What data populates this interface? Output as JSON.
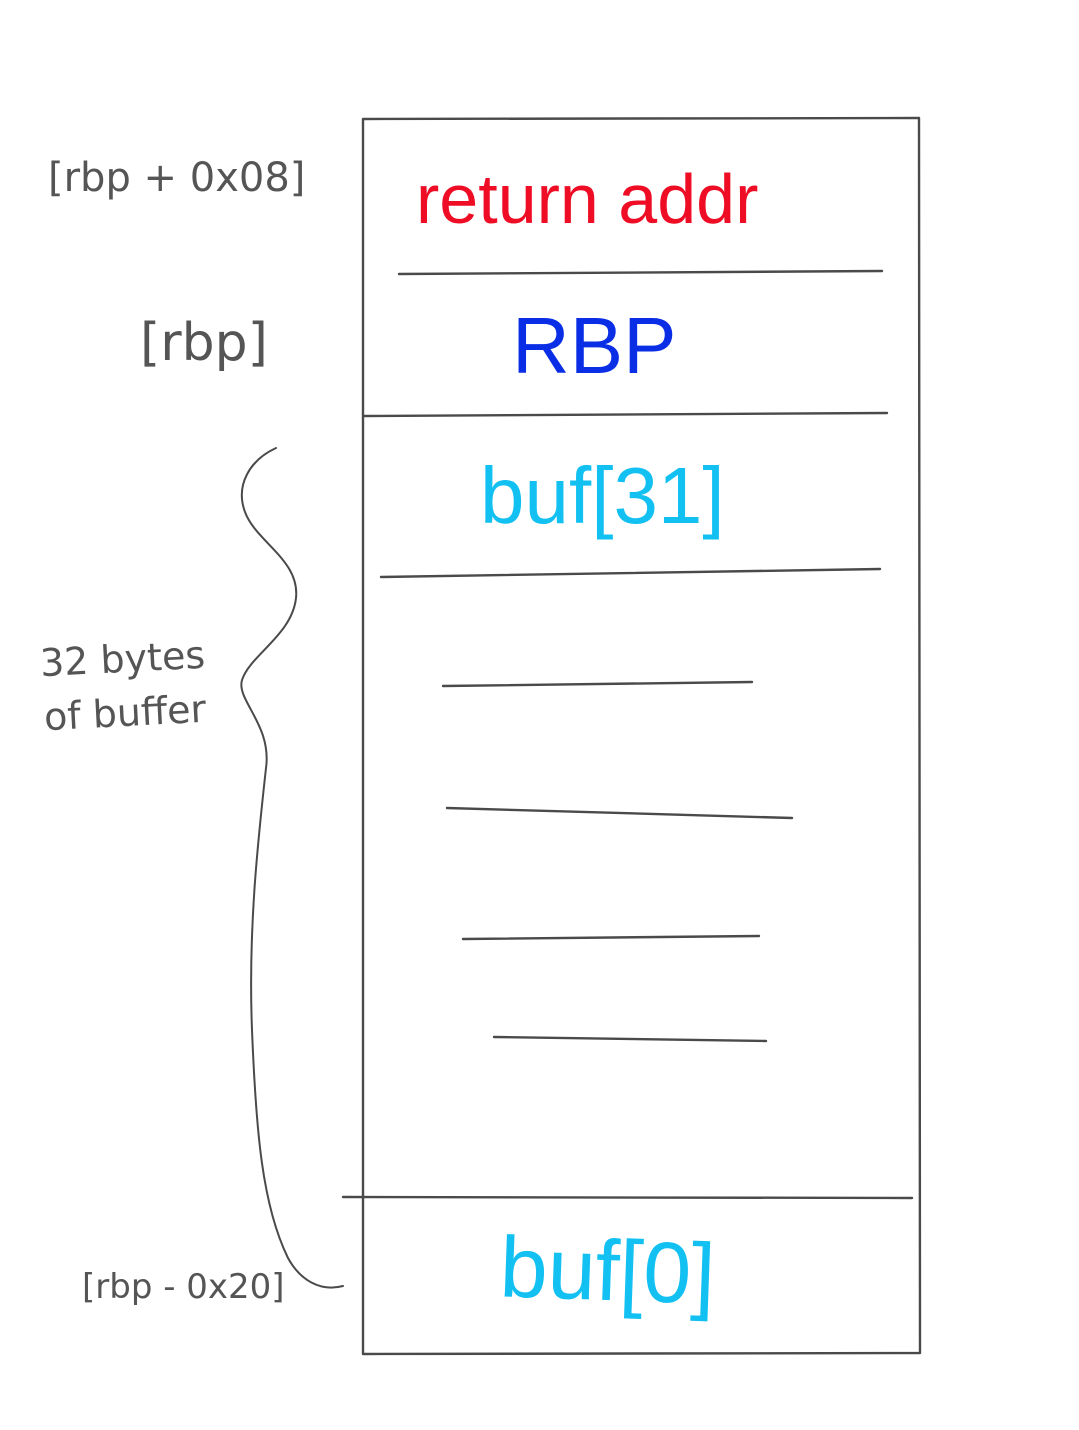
{
  "labels": {
    "ret_offset": "[rbp + 0x08]",
    "rbp_offset": "[rbp]",
    "buf_offset": "[rbp - 0x20]",
    "brace_note_line1": "32 bytes",
    "brace_note_line2": "of buffer"
  },
  "cells": {
    "return_addr": "return addr",
    "rbp": "RBP",
    "buf_top": "buf[31]",
    "buf_bottom": "buf[0]"
  },
  "colors": {
    "return_addr": "#ee0d24",
    "rbp": "#0a2ee6",
    "buf": "#12c0f2",
    "annotation": "#555555",
    "ink": "#444444"
  }
}
